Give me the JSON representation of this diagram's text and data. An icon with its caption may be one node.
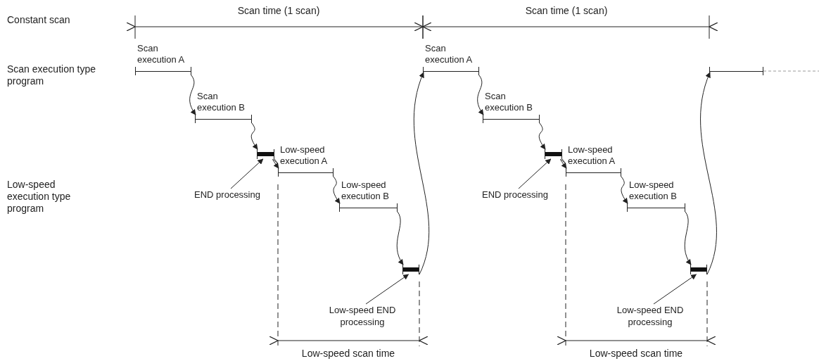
{
  "diagram": {
    "nodes": [
      {
        "text": [
          "Scan execution A"
        ]
      },
      {
        "text": [
          "Scan execution B"
        ]
      },
      {
        "text": [],
        "shape": "bar"
      },
      {
        "text": [
          "Low-speed execution A"
        ]
      },
      {
        "text": [
          "Low-speed execution B"
        ]
      },
      {
        "text": [],
        "shape": "bar"
      },
      {
        "text": [
          "END processing"
        ]
      },
      {
        "text": [
          "Low-speed END processing"
        ]
      },
      {
        "text": [
          "Scan execution A"
        ]
      },
      {
        "text": [
          "Scan execution B"
        ]
      },
      {
        "text": [],
        "shape": "bar"
      },
      {
        "text": [
          "Low-speed execution A"
        ]
      },
      {
        "text": [
          "Low-speed execution B"
        ]
      },
      {
        "text": [],
        "shape": "bar"
      },
      {
        "text": [
          "END processing"
        ]
      },
      {
        "text": [
          "Low-speed END processing"
        ]
      },
      {
        "text": [],
        "shape": "line"
      }
    ],
    "edges": [
      {
        "from": 0,
        "to": 1,
        "arrow": "to"
      },
      {
        "from": 1,
        "to": 2,
        "arrow": "to"
      },
      {
        "from": 2,
        "to": 3,
        "arrow": "to"
      },
      {
        "from": 3,
        "to": 4,
        "arrow": "to"
      },
      {
        "from": 4,
        "to": 5,
        "arrow": "to"
      },
      {
        "from": 5,
        "to": 8,
        "arrow": "to"
      },
      {
        "from": 8,
        "to": 9,
        "arrow": "to"
      },
      {
        "from": 9,
        "to": 10,
        "arrow": "to"
      },
      {
        "from": 10,
        "to": 11,
        "arrow": "to"
      },
      {
        "from": 11,
        "to": 12,
        "arrow": "to"
      },
      {
        "from": 12,
        "to": 13,
        "arrow": "to"
      },
      {
        "from": 13,
        "to": 16,
        "arrow": "to"
      },
      {
        "from": 6,
        "to": 2,
        "arrow": "to"
      },
      {
        "from": 7,
        "to": 5,
        "arrow": "to"
      },
      {
        "from": 14,
        "to": 10,
        "arrow": "to"
      },
      {
        "from": 15,
        "to": 13,
        "arrow": "to"
      }
    ],
    "labels": [
      "Constant scan",
      "Scan execution type program",
      "Low-speed execution type program",
      "Scan time (1 scan)",
      "Scan time (1 scan)",
      "Low-speed scan time",
      "Low-speed scan time"
    ]
  }
}
